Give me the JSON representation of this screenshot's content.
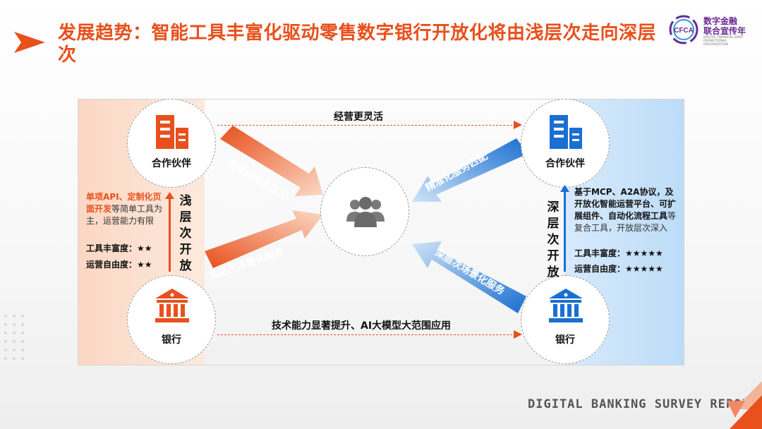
{
  "title": "发展趋势：智能工具丰富化驱动零售数字银行开放化将由浅层次走向深层次",
  "logo": {
    "mark": "CFCA",
    "line1": "数字金融",
    "line2": "联合宣传年",
    "sub": "DIGITAL FINANCIAL JOINT PROMOTIONAL ORGANIZATION"
  },
  "nodes": {
    "partner_left": "合作伙伴",
    "partner_right": "合作伙伴",
    "bank_left": "银行",
    "bank_right": "银行"
  },
  "top_line_label": "经营更灵活",
  "bottom_line_label": "技术能力显著提升、AI大模型大范围应用",
  "arrows": {
    "simple_match": "简单化服务匹配",
    "shallow_scene": "浅层次场景化服务",
    "precise_match": "精准化服务匹配",
    "deep_scene": "深层次场景化服务"
  },
  "left": {
    "vertical": "浅层次开放",
    "desc_bold": "单项API、定制化页面开发",
    "desc_rest": "等简单工具为主，运营能力有限",
    "rating1": "工具丰富度：★★",
    "rating2": "运营自由度：★★"
  },
  "right": {
    "vertical": "深层次开放",
    "desc_bold": "基于MCP、A2A协议，及开放化智能运营平台、可扩展组件、自动化流程工具",
    "desc_rest": "等复合工具，开放层次深入",
    "rating1": "工具丰富度：★★★★★",
    "rating2": "运营自由度：★★★★★"
  },
  "footer": "DIGITAL BANKING SURVEY REPORT",
  "colors": {
    "orange": "#e8501c",
    "blue": "#1a6fd1",
    "grey_icon": "#7a7a7a"
  }
}
